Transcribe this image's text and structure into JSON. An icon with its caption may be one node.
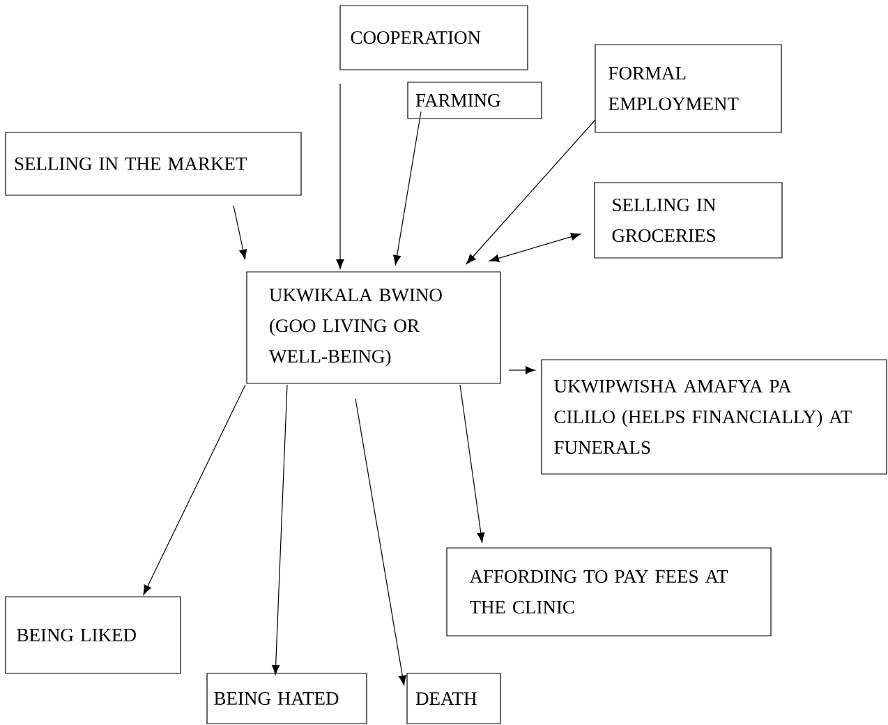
{
  "diagram": {
    "nodes": [
      {
        "text": [
          "COOPERATION"
        ]
      },
      {
        "text": [
          "FARMING"
        ]
      },
      {
        "text": [
          "FORMAL EMPLOYMENT"
        ]
      },
      {
        "text": [
          "SELLING IN THE MARKET"
        ]
      },
      {
        "text": [
          "SELLING IN GROCERIES"
        ]
      },
      {
        "text": [
          "UKWIKALA BWINO (GOO LIVING OR WELL-BEING)"
        ]
      },
      {
        "text": [
          "UKWIPWISHA AMAFYA PA CILILO (HELPS FINANCIALLY) AT FUNERALS"
        ]
      },
      {
        "text": [
          "AFFORDING TO PAY FEES AT THE CLINIC"
        ]
      },
      {
        "text": [
          "BEING LIKED"
        ]
      },
      {
        "text": [
          "BEING HATED"
        ]
      },
      {
        "text": [
          "DEATH"
        ]
      }
    ],
    "edges": [
      {
        "from": 0,
        "to": 5,
        "arrow": "to"
      },
      {
        "from": 1,
        "to": 5,
        "arrow": "to"
      },
      {
        "from": 2,
        "to": 5,
        "arrow": "to"
      },
      {
        "from": 3,
        "to": 5,
        "arrow": "to"
      },
      {
        "from": 4,
        "to": 5,
        "arrow": "both"
      },
      {
        "from": 5,
        "to": 6,
        "arrow": "to"
      },
      {
        "from": 5,
        "to": 7,
        "arrow": "to"
      },
      {
        "from": 5,
        "to": 8,
        "arrow": "to"
      },
      {
        "from": 5,
        "to": 9,
        "arrow": "to"
      },
      {
        "from": 5,
        "to": 10,
        "arrow": "to"
      }
    ]
  }
}
